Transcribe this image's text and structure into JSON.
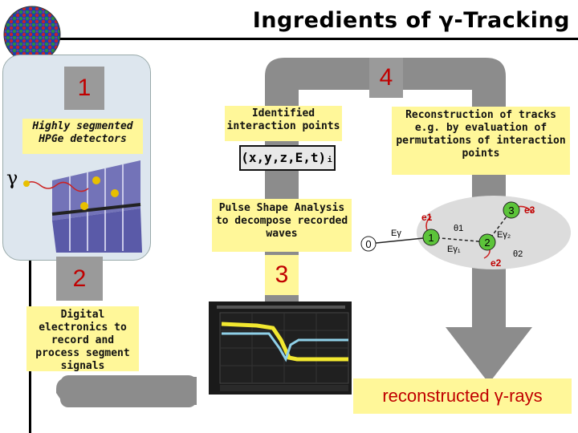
{
  "title": "Ingredients of γ-Tracking",
  "steps": {
    "s1": {
      "num": "1",
      "text": "Highly segmented HPGe detectors"
    },
    "s2": {
      "num": "2",
      "text": "Digital electronics to record and process segment signals"
    },
    "s3": {
      "num": "3",
      "text": "Pulse Shape Analysis to decompose recorded waves"
    },
    "s4": {
      "num": "4",
      "text": "Reconstruction of tracks e.g. by evaluation of permutations of interaction points"
    }
  },
  "identified": "Identified interaction points",
  "coords": "(x,y,z,E,t)ᵢ",
  "gamma_symbol": "γ",
  "reconstructed": "reconstructed γ-rays",
  "track": {
    "labels": [
      "0",
      "1",
      "2",
      "3"
    ],
    "energies": [
      "e1",
      "e2",
      "e3"
    ],
    "egamma": [
      "Eγ",
      "Eγ₁",
      "Eγ₂"
    ],
    "angles": [
      "θ1",
      "θ2"
    ]
  },
  "colors": {
    "arrow": "#8c8c8c",
    "yellow": "#fff799",
    "red": "#c00000",
    "panel": "#dde6ee"
  }
}
